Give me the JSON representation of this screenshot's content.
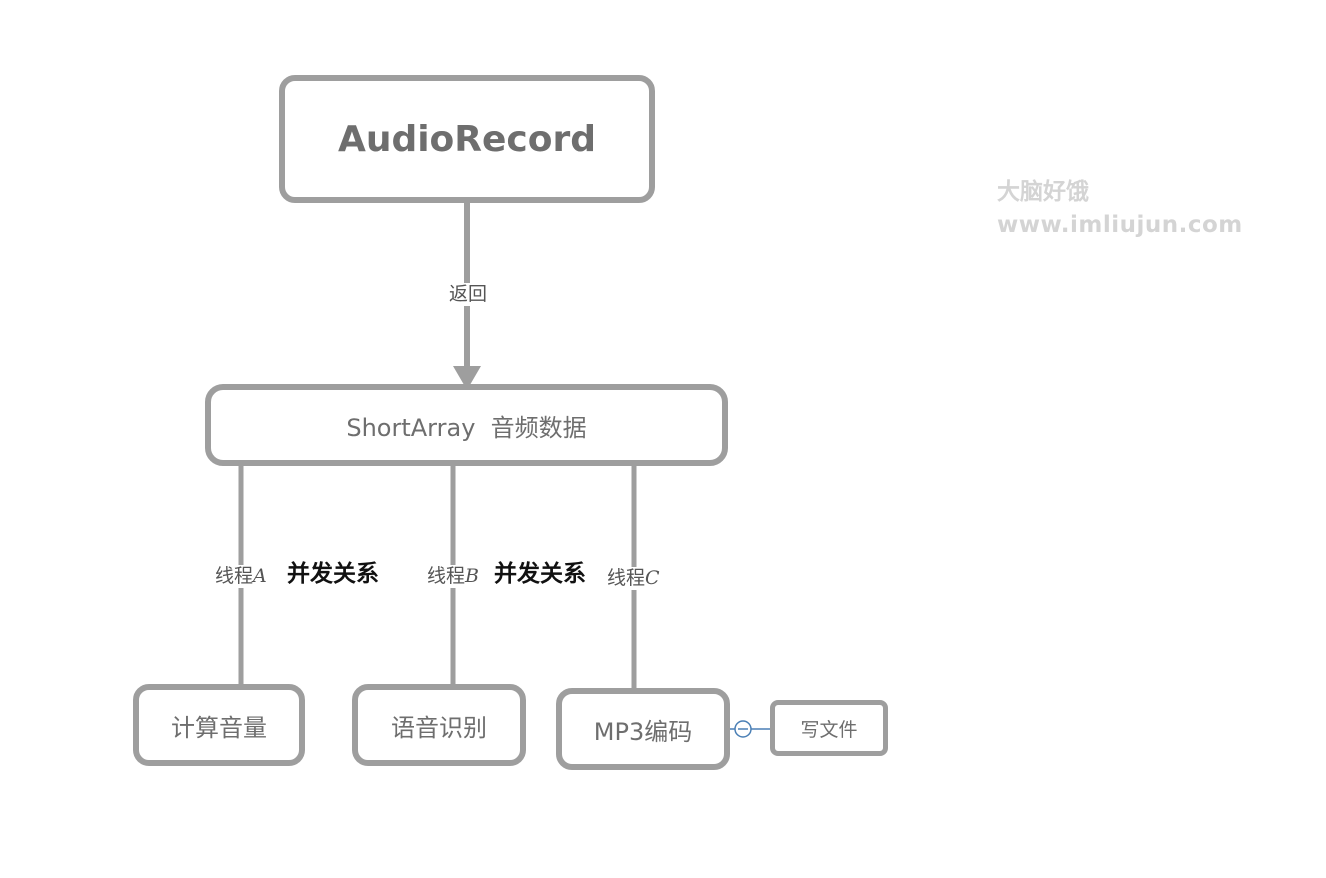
{
  "nodes": {
    "audiorecord": "AudioRecord",
    "shortarray": "ShortArray  音频数据",
    "volume": "计算音量",
    "speech": "语音识别",
    "mp3": "MP3编码",
    "write_file": "写文件"
  },
  "edges": {
    "return_label": "返回",
    "thread_a": {
      "prefix": "线程",
      "letter": "A"
    },
    "thread_b": {
      "prefix": "线程",
      "letter": "B"
    },
    "thread_c": {
      "prefix": "线程",
      "letter": "C"
    }
  },
  "relations": {
    "concurrent_1": "并发关系",
    "concurrent_2": "并发关系"
  },
  "watermark": {
    "title": "大脑好饿",
    "url": "www.imliujun.com"
  },
  "colors": {
    "node_border": "#9e9e9e",
    "connector": "#9e9e9e",
    "collapse_toggle": "#4a7fb5",
    "watermark": "#d4d4d4"
  },
  "icons": {
    "collapse_toggle": "minus-circle-icon",
    "arrowhead": "arrow-down-icon"
  }
}
